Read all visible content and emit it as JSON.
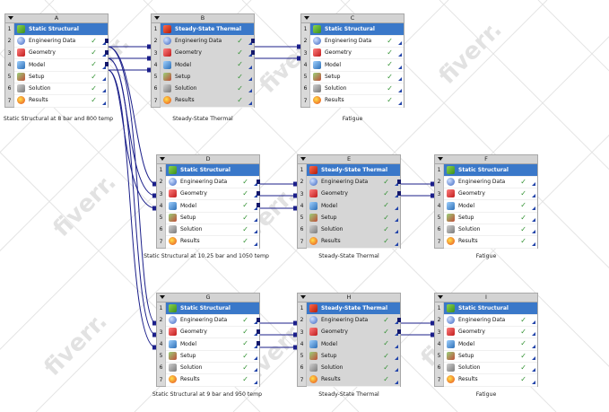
{
  "watermark_text": "fiverr.",
  "systems": [
    {
      "id": "A",
      "caption": "Static Structural at 8 bar and 800 temp",
      "title": "Static Structural",
      "kind": "static",
      "shaded": false,
      "rows": [
        "Engineering Data",
        "Geometry",
        "Model",
        "Setup",
        "Solution",
        "Results"
      ]
    },
    {
      "id": "B",
      "caption": "Steady-State Thermal",
      "title": "Steady-State Thermal",
      "kind": "thermal",
      "shaded": true,
      "rows": [
        "Engineering Data",
        "Geometry",
        "Model",
        "Setup",
        "Solution",
        "Results"
      ]
    },
    {
      "id": "C",
      "caption": "Fatigue",
      "title": "Static Structural",
      "kind": "static",
      "shaded": false,
      "rows": [
        "Engineering Data",
        "Geometry",
        "Model",
        "Setup",
        "Solution",
        "Results"
      ]
    },
    {
      "id": "D",
      "caption": "Static Structural at 10.25 bar and 1050 temp",
      "title": "Static Structural",
      "kind": "static",
      "shaded": false,
      "rows": [
        "Engineering Data",
        "Geometry",
        "Model",
        "Setup",
        "Solution",
        "Results"
      ]
    },
    {
      "id": "E",
      "caption": "Steady-State Thermal",
      "title": "Steady-State Thermal",
      "kind": "thermal",
      "shaded": true,
      "rows": [
        "Engineering Data",
        "Geometry",
        "Model",
        "Setup",
        "Solution",
        "Results"
      ]
    },
    {
      "id": "F",
      "caption": "Fatigue",
      "title": "Static Structural",
      "kind": "static",
      "shaded": false,
      "rows": [
        "Engineering Data",
        "Geometry",
        "Model",
        "Setup",
        "Solution",
        "Results"
      ]
    },
    {
      "id": "G",
      "caption": "Static Structural at 9 bar and 950 temp",
      "title": "Static Structural",
      "kind": "static",
      "shaded": false,
      "rows": [
        "Engineering Data",
        "Geometry",
        "Model",
        "Setup",
        "Solution",
        "Results"
      ]
    },
    {
      "id": "H",
      "caption": "Steady-State Thermal",
      "title": "Steady-State Thermal",
      "kind": "thermal",
      "shaded": true,
      "rows": [
        "Engineering Data",
        "Geometry",
        "Model",
        "Setup",
        "Solution",
        "Results"
      ]
    },
    {
      "id": "I",
      "caption": "Fatigue",
      "title": "Static Structural",
      "kind": "static",
      "shaded": false,
      "rows": [
        "Engineering Data",
        "Geometry",
        "Model",
        "Setup",
        "Solution",
        "Results"
      ]
    }
  ],
  "colors": {
    "title_bar": "#3a78c9",
    "wire": "#1b1f8a",
    "check": "#2f8f2f"
  }
}
